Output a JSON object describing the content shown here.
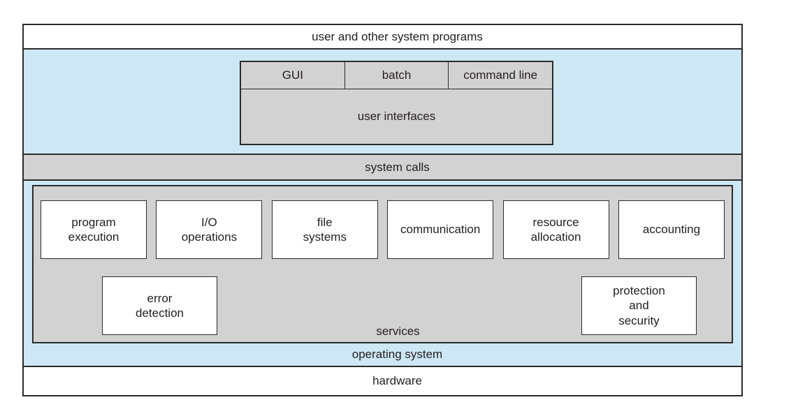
{
  "figure": {
    "top_band": "user and other system programs",
    "user_interfaces": {
      "label": "user interfaces",
      "cells": [
        "GUI",
        "batch",
        "command line"
      ]
    },
    "system_calls": "system calls",
    "services": {
      "label": "services",
      "row1": [
        "program\nexecution",
        "I/O\noperations",
        "file\nsystems",
        "communication",
        "resource\nallocation",
        "accounting"
      ],
      "row2": [
        "error\ndetection",
        "protection\nand\nsecurity"
      ]
    },
    "operating_system": "operating system",
    "hardware": "hardware"
  },
  "colors": {
    "blue": "#cde7f4",
    "gray": "#d2d2d2",
    "white": "#ffffff",
    "border": "#2b2b2b",
    "text": "#231f20"
  }
}
